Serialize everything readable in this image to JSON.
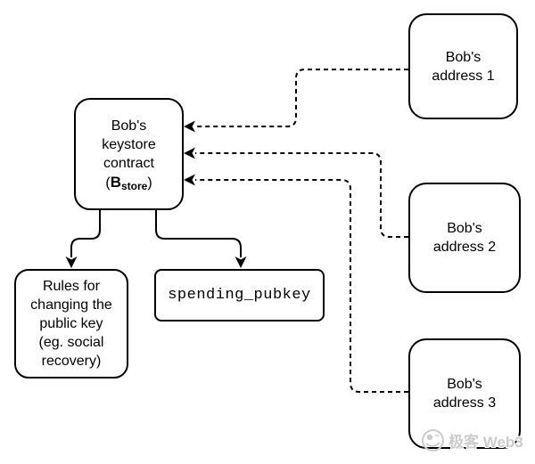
{
  "diagram": {
    "keystore": {
      "lines": "Bob's\nkeystore\ncontract",
      "paren_open": "(",
      "symbol": "B",
      "symbol_sub": "store",
      "paren_close": ")"
    },
    "address1": {
      "label": "Bob's\naddress 1"
    },
    "address2": {
      "label": "Bob's\naddress 2"
    },
    "address3": {
      "label": "Bob's\naddress 3"
    },
    "rules": {
      "label": "Rules for\nchanging the\npublic key\n(eg. social\nrecovery)"
    },
    "spending": {
      "label": "spending_pubkey"
    },
    "connections": {
      "dashed": [
        "address1 -> keystore",
        "address2 -> keystore",
        "address3 -> keystore"
      ],
      "solid": [
        "keystore -> rules",
        "keystore -> spending_pubkey"
      ]
    },
    "colors": {
      "stroke": "#000000",
      "background": "#ffffff",
      "watermark": "#cccccc"
    }
  },
  "watermark": {
    "icon": "globe-cat-logo-icon",
    "text": "极客 Web3"
  }
}
